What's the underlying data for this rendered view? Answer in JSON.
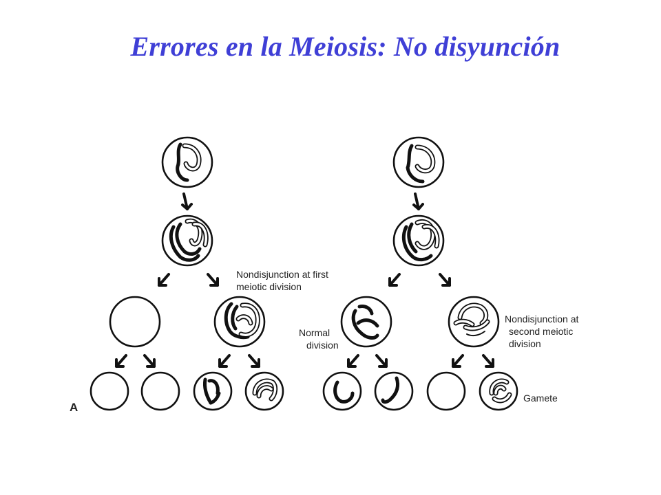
{
  "title": "Errores en la Meiosis: No disyunción",
  "labels": {
    "first_division_line1": "Nondisjunction at first",
    "first_division_line2": "meiotic division",
    "normal_line1": "Normal",
    "normal_line2": "division",
    "second_division_line1": "Nondisjunction at",
    "second_division_line2": "second meiotic",
    "second_division_line3": "division",
    "gametes": "Gamete",
    "panel": "A"
  }
}
